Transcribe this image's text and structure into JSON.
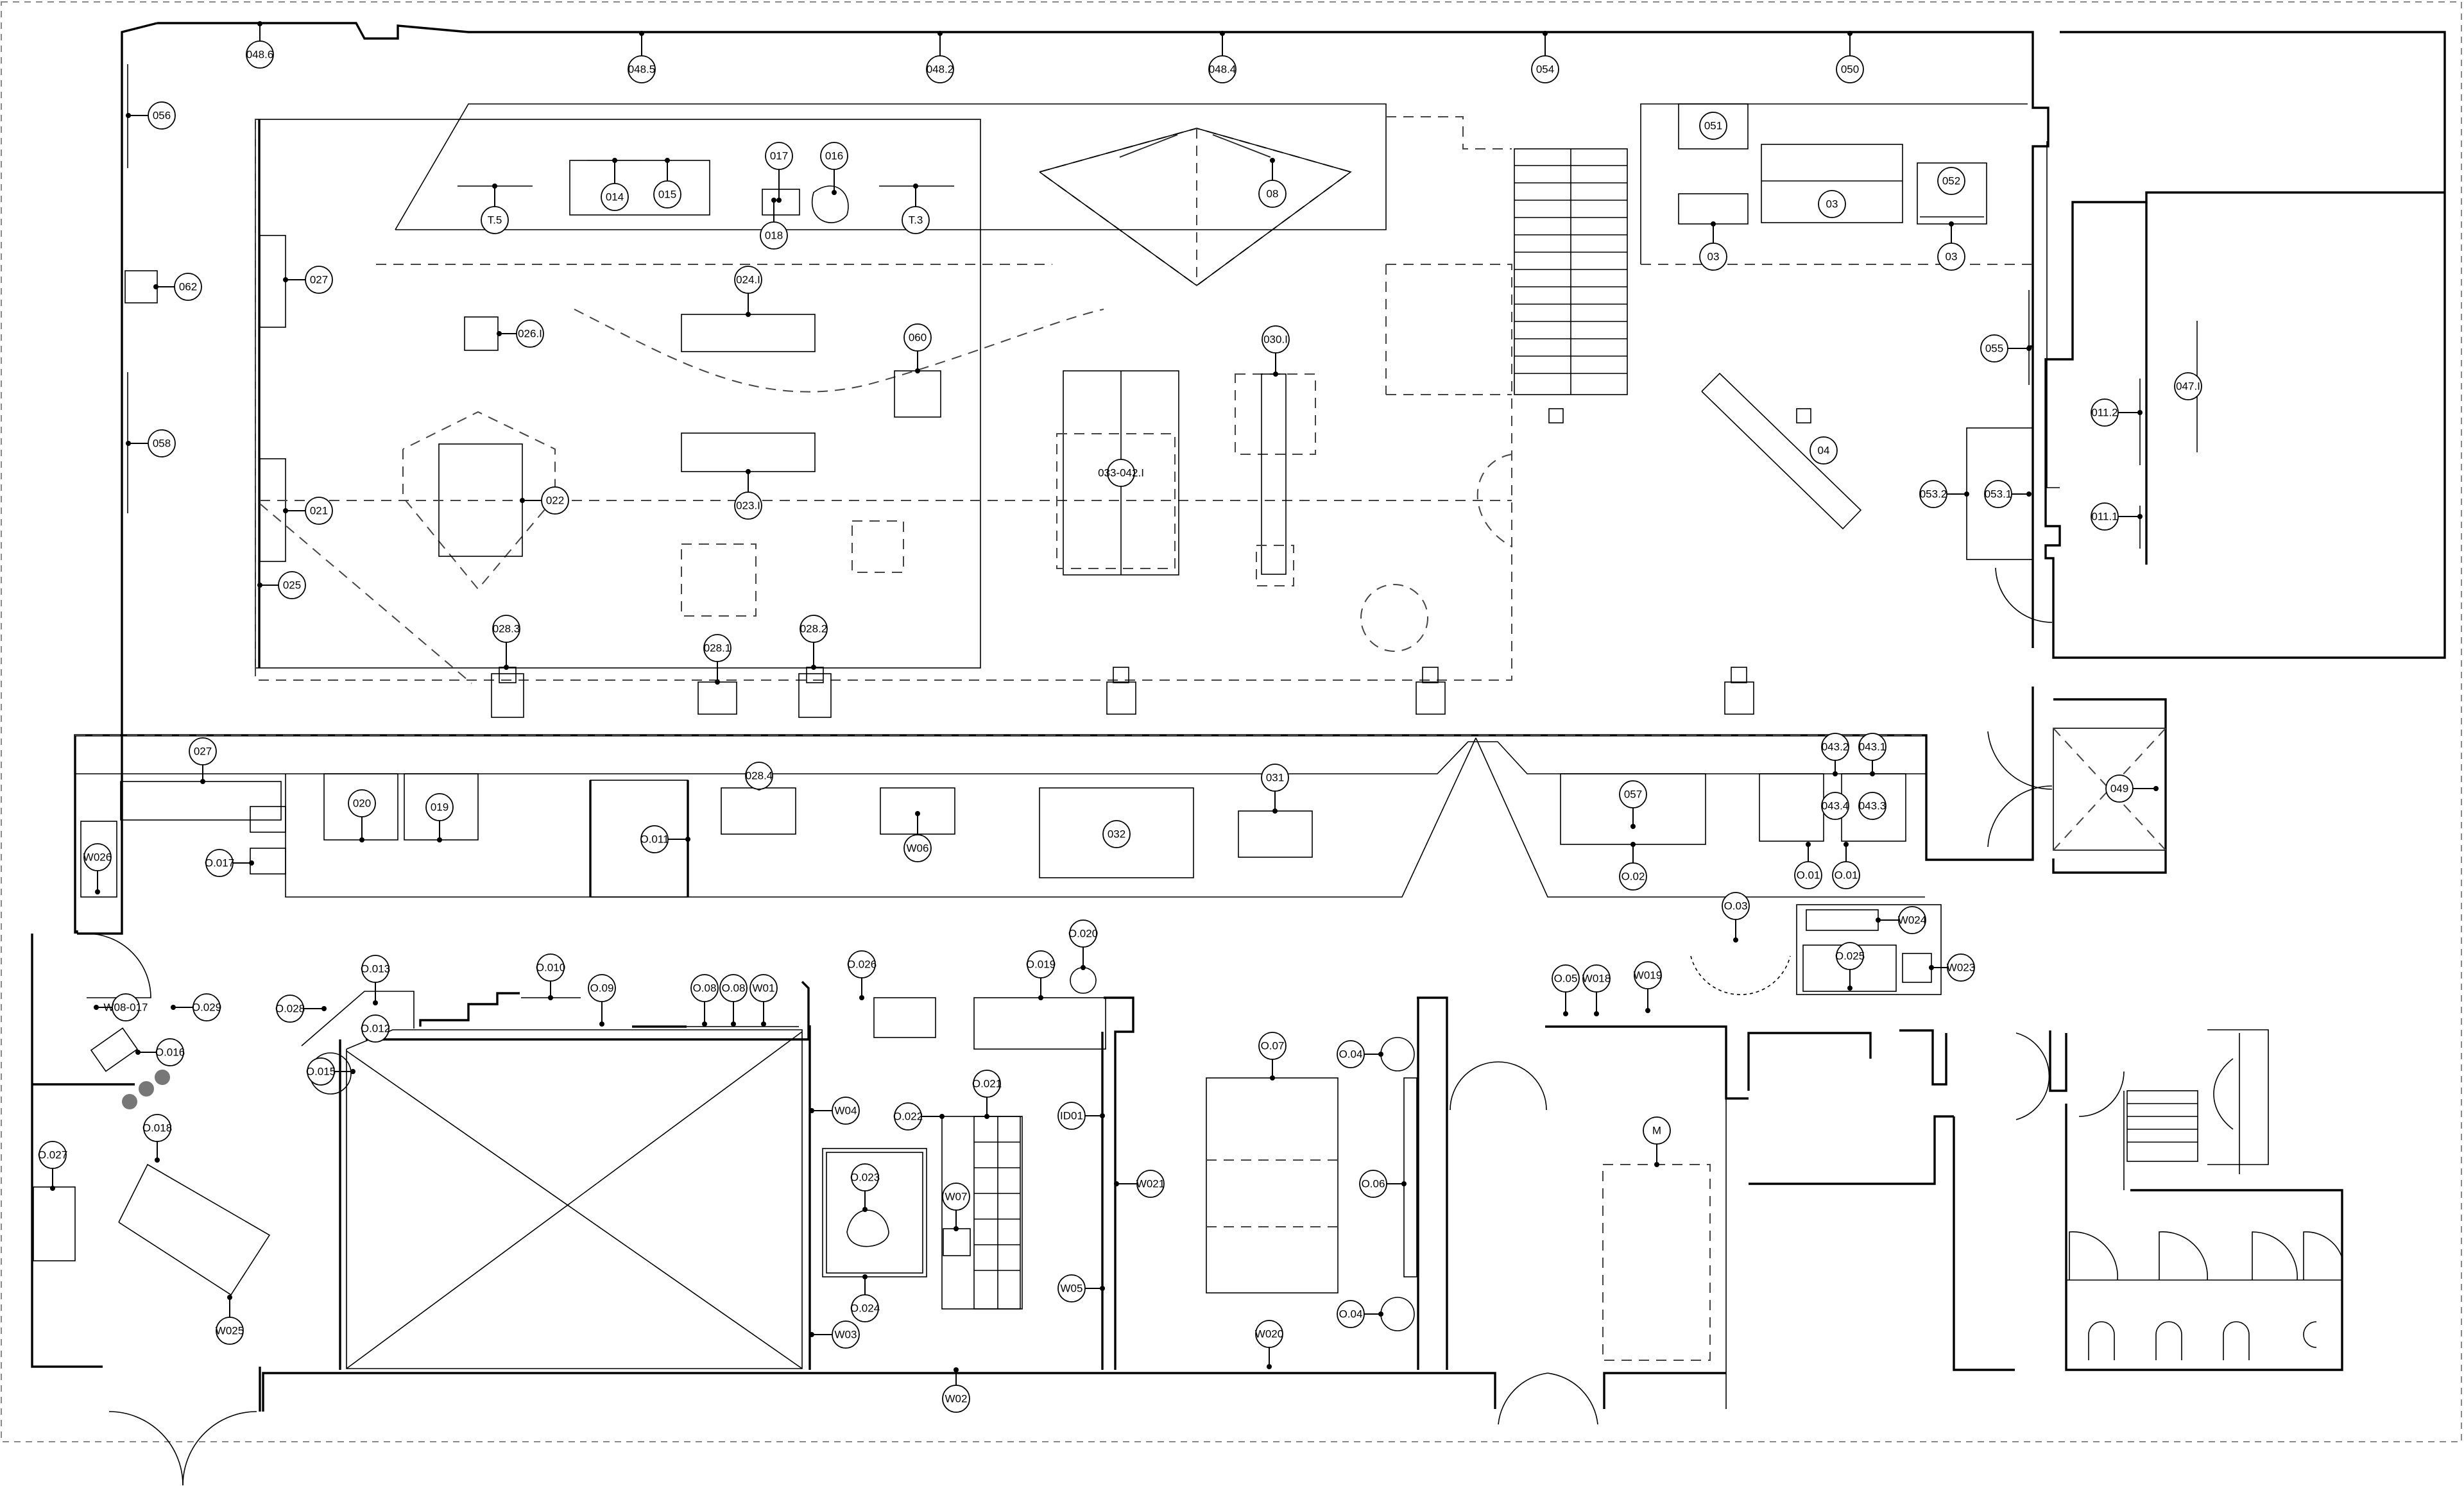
{
  "drawing": {
    "kind": "floor plan",
    "ink_color": "#000000",
    "background_color": "#ffffff"
  },
  "tags": [
    "048.6",
    "048.5",
    "048.2",
    "048.4",
    "054",
    "050",
    "056",
    "062",
    "058",
    "027",
    "026.I",
    "021",
    "025",
    "022",
    "T.5",
    "014",
    "015",
    "017",
    "016",
    "018",
    "T.3",
    "08",
    "024.I",
    "060",
    "023.I",
    "030.I",
    "033-042.I",
    "051",
    "03",
    "052",
    "03",
    "03",
    "055",
    "047.I",
    "011.2",
    "011.1",
    "053.2",
    "053.1",
    "04",
    "028.3",
    "028.1",
    "028.2",
    "027",
    "028.4",
    "020",
    "019",
    "W06",
    "O.011",
    "032",
    "031",
    "057",
    "O.02",
    "043.2",
    "043.1",
    "043.4",
    "043.3",
    "O.01",
    "O.01",
    "049",
    "W026",
    "O.017",
    "O.03",
    "W024",
    "O.025",
    "W023",
    "O.05",
    "W018",
    "W019",
    "W08-017",
    "O.029",
    "O.016",
    "O.028",
    "O.013",
    "O.012",
    "O.015",
    "O.018",
    "O.010",
    "O.09",
    "O.08",
    "O.08",
    "W01",
    "O.026",
    "O.019",
    "O.020",
    "W04",
    "O.022",
    "O.021",
    "O.023",
    "W07",
    "O.024",
    "W03",
    "ID01",
    "W05",
    "W021",
    "O.07",
    "O.04",
    "O.06",
    "O.04",
    "W020",
    "M",
    "O.027",
    "W025",
    "W02"
  ]
}
